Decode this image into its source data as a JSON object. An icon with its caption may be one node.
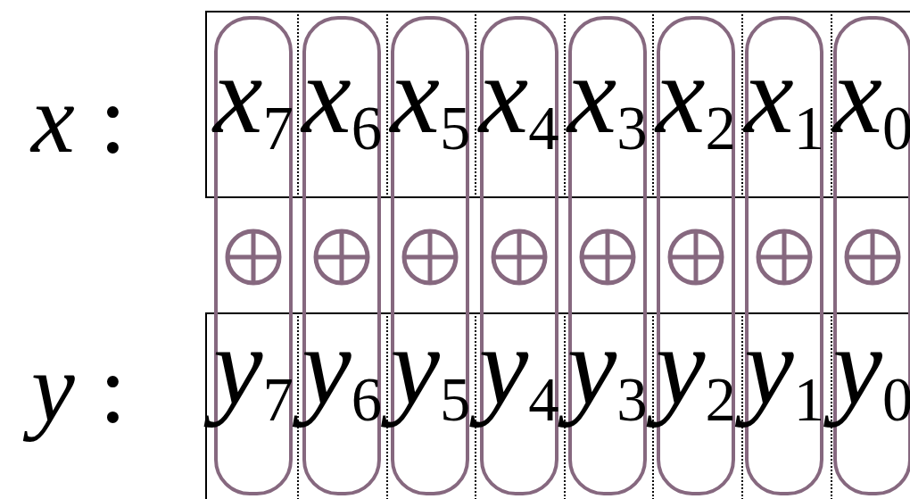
{
  "diagram": {
    "nodes": [
      {
        "text": [
          "*x*$_{7}$",
          "*y*$_{7}$"
        ]
      },
      {
        "text": [
          "*x*$_{6}$",
          "*y*$_{6}$"
        ]
      },
      {
        "text": [
          "*x*$_{5}$",
          "*y*$_{5}$"
        ]
      },
      {
        "text": [
          "*x*$_{4}$",
          "*y*$_{4}$"
        ]
      },
      {
        "text": [
          "*x*$_{3}$",
          "*y*$_{3}$"
        ]
      },
      {
        "text": [
          "*x*$_{2}$",
          "*y*$_{2}$"
        ]
      },
      {
        "text": [
          "*x*$_{1}$",
          "*y*$_{1}$"
        ]
      },
      {
        "text": [
          "*x*$_{0}$",
          "*y*$_{0}$"
        ]
      }
    ],
    "labels": [
      "*x* :",
      "*y* :"
    ]
  }
}
